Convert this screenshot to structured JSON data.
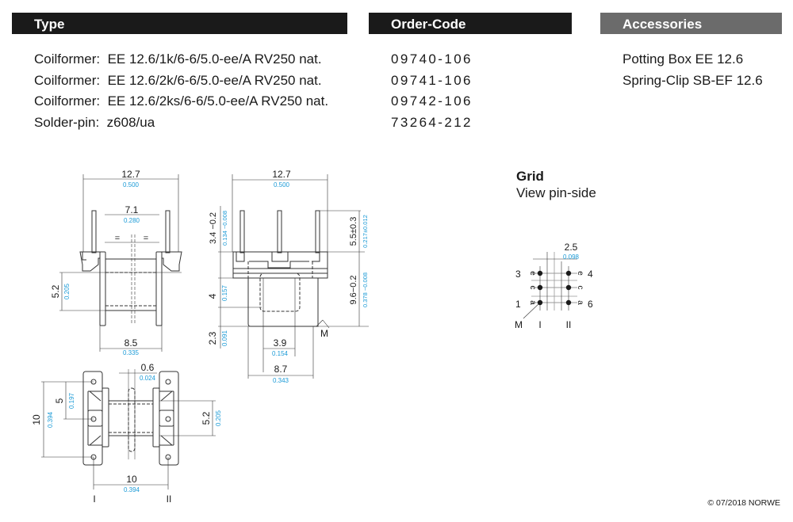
{
  "headers": {
    "type": "Type",
    "order_code": "Order-Code",
    "accessories": "Accessories"
  },
  "types": [
    {
      "label": "Coilformer:",
      "value": "EE 12.6/1k/6-6/5.0-ee/A RV250 nat.",
      "order_code": "09740-106"
    },
    {
      "label": "Coilformer:",
      "value": "EE 12.6/2k/6-6/5.0-ee/A RV250 nat.",
      "order_code": "09741-106"
    },
    {
      "label": "Coilformer:",
      "value": "EE 12.6/2ks/6-6/5.0-ee/A RV250 nat.",
      "order_code": "09742-106"
    },
    {
      "label": "Solder-pin:",
      "value": "z608/ua",
      "order_code": "73264-212"
    }
  ],
  "accessories": [
    "Potting Box EE 12.6",
    "Spring-Clip SB-EF 12.6"
  ],
  "front_view": {
    "overall_width": {
      "mm": "12.7",
      "inch": "0.500"
    },
    "pin_spacing": {
      "mm": "7.1",
      "inch": "0.280"
    },
    "equal_mark": "=",
    "winding_height": {
      "mm": "5.2",
      "inch": "0.205"
    },
    "flange_spacing": {
      "mm": "8.5",
      "inch": "0.335"
    }
  },
  "side_view": {
    "overall_width": {
      "mm": "12.7",
      "inch": "0.500"
    },
    "top_height": {
      "mm": "3.4 −0.2",
      "inch": "0.134 −0.008"
    },
    "pin_length": {
      "mm": "5.5±0.3",
      "inch": "0.217±0.012"
    },
    "body_height": {
      "mm": "9.6−0.2",
      "inch": "0.378 −0.008"
    },
    "window_height": {
      "mm": "4",
      "inch": "0.157"
    },
    "bottom_height": {
      "mm": "2.3",
      "inch": "0.091"
    },
    "window_width": {
      "mm": "3.9",
      "inch": "0.154"
    },
    "base_width": {
      "mm": "8.7",
      "inch": "0.343"
    },
    "marker": "M"
  },
  "top_view": {
    "pin_diameter": {
      "mm": "0.6",
      "inch": "0.024"
    },
    "pin_row_span": {
      "mm": "10",
      "inch": "0.394"
    },
    "pin_pitch": {
      "mm": "5",
      "inch": "0.197"
    },
    "winding_height": {
      "mm": "5.2",
      "inch": "0.205"
    },
    "row_spacing": {
      "mm": "10",
      "inch": "0.394"
    },
    "row_labels": [
      "I",
      "II"
    ]
  },
  "grid": {
    "title": "Grid",
    "subtitle": "View pin-side",
    "pitch": {
      "mm": "2.5",
      "inch": "0.098"
    },
    "left_pins": [
      "3",
      "1"
    ],
    "left_letters": [
      "e",
      "c",
      "a"
    ],
    "right_pins": [
      "4",
      "6"
    ],
    "right_letters": [
      "e",
      "c",
      "a"
    ],
    "marker": "M",
    "row_labels": [
      "I",
      "II"
    ]
  },
  "copyright": "© 07/2018 NORWE"
}
